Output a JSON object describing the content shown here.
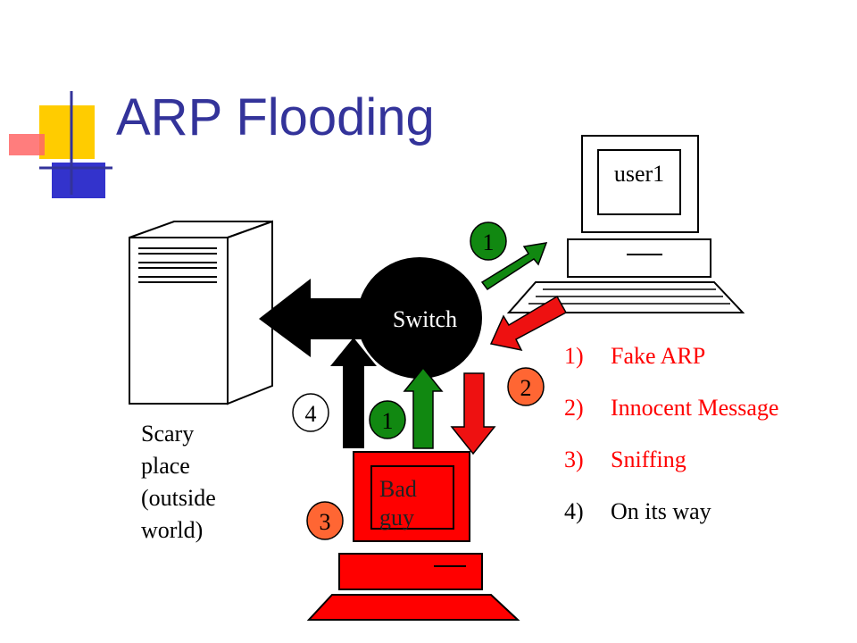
{
  "title": "ARP Flooding",
  "colors": {
    "title": "#33339a",
    "accent_red": "#ff0000",
    "arrow_red": "#ee1111",
    "arrow_green": "#118811",
    "badge_fill": "#ff6633",
    "deco_yellow": "#ffcc00",
    "deco_blue": "#3333cc"
  },
  "diagram": {
    "user_label": "user1",
    "switch_label": "Switch",
    "bad_guy_label": "Bad guy",
    "server_label_lines": [
      "Scary",
      "place",
      "(outside",
      "world)"
    ],
    "badges": {
      "green_top": "1",
      "green_bottom": "1",
      "red_two": "2",
      "red_three": "3",
      "white_four": "4"
    }
  },
  "legend": [
    {
      "num": "1)",
      "text": "Fake ARP",
      "color": "#ff0000"
    },
    {
      "num": "2)",
      "text": "Innocent Message",
      "color": "#ff0000"
    },
    {
      "num": "3)",
      "text": "Sniffing",
      "color": "#ff0000"
    },
    {
      "num": "4)",
      "text": "On its way",
      "color": "#000000"
    }
  ]
}
